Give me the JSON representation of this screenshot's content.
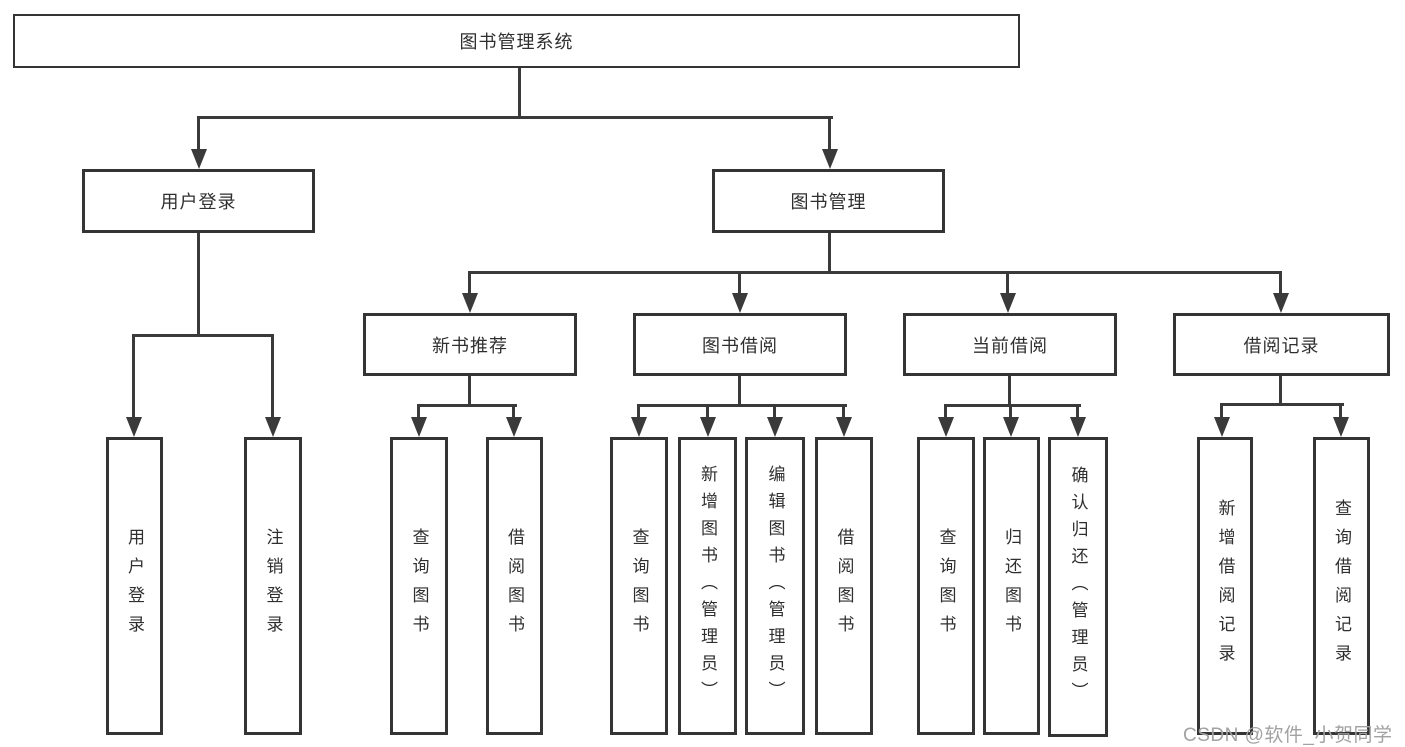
{
  "diagram": {
    "type": "hierarchy-tree",
    "root": {
      "label": "图书管理系统"
    },
    "level2": [
      {
        "label": "用户登录"
      },
      {
        "label": "图书管理"
      }
    ],
    "level3": [
      {
        "label": "新书推荐",
        "parent": "图书管理"
      },
      {
        "label": "图书借阅",
        "parent": "图书管理"
      },
      {
        "label": "当前借阅",
        "parent": "图书管理"
      },
      {
        "label": "借阅记录",
        "parent": "图书管理"
      }
    ],
    "leaf_groups": [
      {
        "parent": "用户登录",
        "items": [
          {
            "label": "用户登录"
          },
          {
            "label": "注销登录"
          }
        ]
      },
      {
        "parent": "新书推荐",
        "items": [
          {
            "label": "查询图书"
          },
          {
            "label": "借阅图书"
          }
        ]
      },
      {
        "parent": "图书借阅",
        "items": [
          {
            "label": "查询图书"
          },
          {
            "label": "新增图书（管理员）"
          },
          {
            "label": "编辑图书（管理员）"
          },
          {
            "label": "借阅图书"
          }
        ]
      },
      {
        "parent": "当前借阅",
        "items": [
          {
            "label": "查询图书"
          },
          {
            "label": "归还图书"
          },
          {
            "label": "确认归还（管理员）"
          }
        ]
      },
      {
        "parent": "借阅记录",
        "items": [
          {
            "label": "新增借阅记录"
          },
          {
            "label": "查询借阅记录"
          }
        ]
      }
    ]
  },
  "watermark": {
    "text": "CSDN @软件_小贺同学"
  },
  "colors": {
    "line": "#3a3a3a",
    "box_border": "#343434",
    "box_fill": "#ffffff",
    "text": "#2f2f2f",
    "watermark": "#a2a2a2",
    "background": "#ffffff"
  }
}
